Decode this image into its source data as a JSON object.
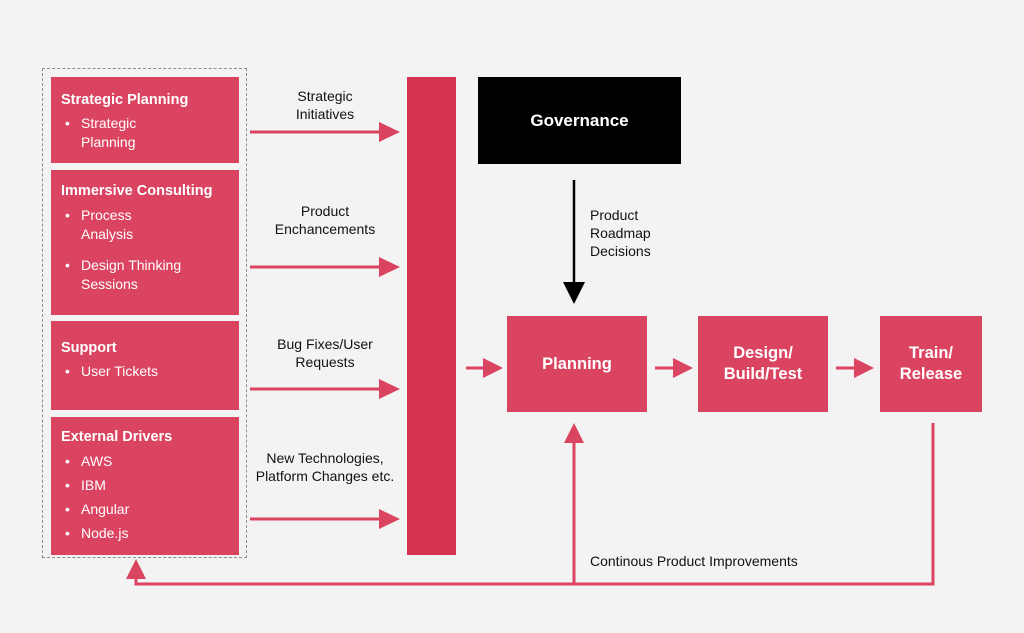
{
  "sources": [
    {
      "title": "Strategic Planning",
      "items": [
        "Strategic Planning"
      ]
    },
    {
      "title": "Immersive Consulting",
      "items": [
        "Process Analysis",
        "Design Thinking Sessions"
      ]
    },
    {
      "title": "Support",
      "items": [
        "User Tickets"
      ]
    },
    {
      "title": "External Drivers",
      "items": [
        "AWS",
        "IBM",
        "Angular",
        "Node.js"
      ]
    }
  ],
  "inputs": [
    "Strategic Initiatives",
    "Product Enchancements",
    "Bug Fixes/User Requests",
    "New Technologies, Platform Changes etc."
  ],
  "governance": {
    "title": "Governance",
    "arrow_label": "Product Roadmap Decisions"
  },
  "stages": [
    "Planning",
    "Design/ Build/Test",
    "Train/ Release"
  ],
  "feedback_label": "Continous Product Improvements",
  "colors": {
    "accent": "#db4461",
    "bar": "#d6334f",
    "governance": "#000000",
    "background": "#f3f3f3"
  }
}
